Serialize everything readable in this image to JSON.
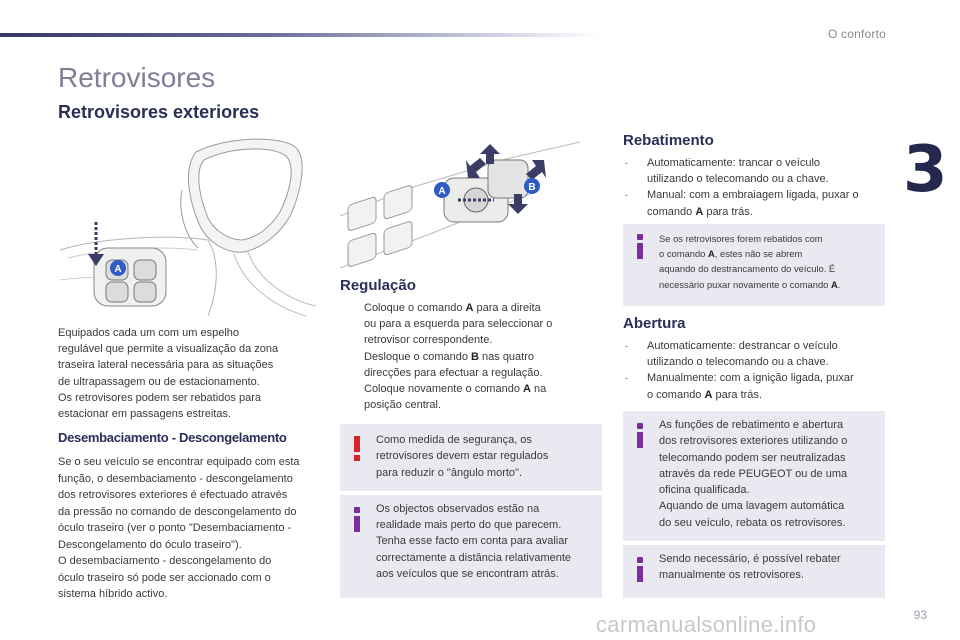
{
  "header": {
    "chapter_title": "O conforto",
    "chapter_number": "3"
  },
  "page": {
    "title": "Retrovisores",
    "subtitle": "Retrovisores exteriores",
    "page_number": "93",
    "watermark": "carmanualsonline.info"
  },
  "intro": [
    "Equipados cada um com um espelho",
    "regulável que permite a visualização da zona",
    "traseira lateral necessária para as situações",
    "de ultrapassagem ou de estacionamento.",
    "Os retrovisores podem ser rebatidos para",
    "estacionar em passagens estreitas."
  ],
  "defrost": {
    "heading": "Desembaciamento - Descongelamento",
    "p1": [
      "Se o seu veículo se encontrar equipado com esta",
      "função, o desembaciamento - descongelamento",
      "dos retrovisores exteriores é efectuado através",
      "da pressão no comando de descongelamento do",
      "óculo traseiro (ver o ponto \"Desembaciamento -",
      "Desconge­lamento do óculo traseiro\")."
    ],
    "p2": [
      "O desembaciamento - descongelamento do",
      "óculo traseiro só pode ser accionado com o",
      "sistema híbrido activo."
    ]
  },
  "regulacao": {
    "heading": "Regulação",
    "items": [
      {
        "pre": "Coloque o comando ",
        "key": "A",
        "post": " para a direita",
        "more": [
          "ou para a esquerda para seleccionar o",
          "retrovisor correspondente."
        ]
      },
      {
        "pre": "Desloque o comando ",
        "key": "B",
        "post": " nas quatro",
        "more": [
          "direcções para efectuar a regulação."
        ]
      },
      {
        "pre": "Coloque novamente o comando ",
        "key": "A",
        "post": " na",
        "more": [
          "posição central."
        ]
      }
    ],
    "bullet": ""
  },
  "warning_note": [
    "Como medida de segurança, os",
    "retrovisores devem estar regulados",
    "para reduzir o \"ângulo morto\"."
  ],
  "info_note_objects": [
    "Os objectos observados estão na",
    "realidade mais perto do que parecem.",
    "Tenha esse facto em conta para avaliar",
    "correctamente a distância relativamente",
    "aos veículos que se encontram atrás."
  ],
  "rebatimento": {
    "heading": "Rebatimento",
    "items": [
      {
        "lines": [
          "Automaticamente: trancar o veículo",
          "utilizando o telecomando ou a chave."
        ]
      },
      {
        "first": "Manual: com a embraiagem ligada, puxar o",
        "pre": "comando ",
        "key": "A",
        "post": " para trás."
      }
    ],
    "dash": "-"
  },
  "info_note_fold": {
    "l1": "Se os retrovisores forem rebatidos com",
    "l2_pre": "o comando ",
    "l2_key": "A",
    "l2_post": ", estes não se abrem",
    "l3": "aquando do destrancamento do veículo. É",
    "l4_pre": "necessário puxar novamente o comando ",
    "l4_key": "A",
    "l4_post": "."
  },
  "abertura": {
    "heading": "Abertura",
    "items": [
      {
        "lines": [
          "Automaticamente: destrancar o veículo",
          "utilizando o telecomando ou a chave."
        ]
      },
      {
        "first": "Manualmente: com a ignição ligada, puxar",
        "pre": "o comando ",
        "key": "A",
        "post": " para trás."
      }
    ]
  },
  "info_note_functions": [
    "As funções de rebatimento e abertura",
    "dos retrovisores exteriores utilizando o",
    "telecomando podem ser neutralizadas",
    "através da rede PEUGEOT ou de uma",
    "oficina qualificada.",
    "Aquando de uma lavagem automática",
    "do seu veículo, rebata os retrovisores."
  ],
  "info_note_manual": [
    "Sendo necessário, é possível rebater",
    "manualmente os retrovisores."
  ],
  "figure_labels": {
    "a": "A",
    "b": "B"
  },
  "colors": {
    "navy": "#2a2f57",
    "info_purple": "#7b2e9c",
    "warning_red": "#d8232a",
    "note_bg": "#e9eaf1",
    "label_blue": "#2f5cc4"
  },
  "icons": {
    "info": "info-icon",
    "warning": "warning-icon"
  }
}
